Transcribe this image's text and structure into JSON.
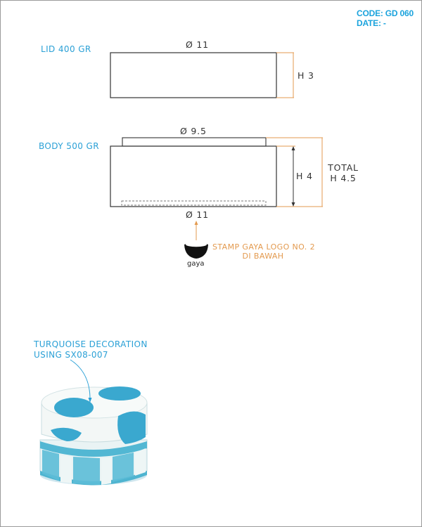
{
  "header": {
    "code": "CODE: GD 060",
    "date": "DATE: -"
  },
  "lid": {
    "label": "LID 400 GR",
    "diameter": "Ø 11",
    "height": "H 3"
  },
  "body_part": {
    "label": "BODY 500 GR",
    "top_diameter": "Ø 9.5",
    "height": "H 4",
    "total_line1": "TOTAL",
    "total_line2": "H 4.5",
    "bottom_diameter": "Ø 11"
  },
  "stamp": {
    "logo_text": "gaya",
    "note_line1": "STAMP GAYA LOGO NO. 2",
    "note_line2": "DI BAWAH"
  },
  "decoration": {
    "line1": "TURQUOISE DECORATION",
    "line2": "USING SX08-007"
  },
  "colors": {
    "label_blue": "#2aa0d6",
    "code_blue": "#1aa3dd",
    "dimension_orange": "#e39a4f",
    "turquoise": "#3aa8cf"
  }
}
